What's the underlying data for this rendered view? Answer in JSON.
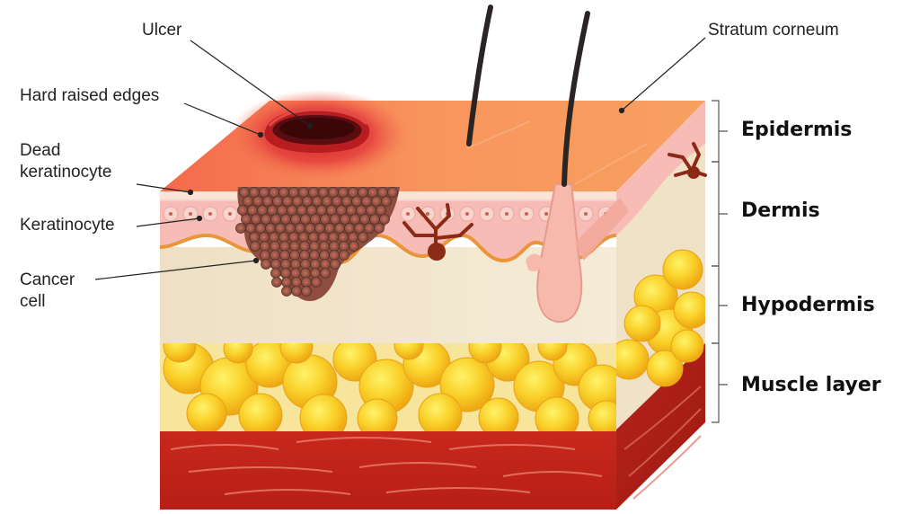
{
  "annotations": {
    "ulcer": "Ulcer",
    "hard_raised_edges": "Hard raised edges",
    "dead_keratinocyte_line1": "Dead",
    "dead_keratinocyte_line2": "keratinocyte",
    "keratinocyte": "Keratinocyte",
    "cancer_cell_line1": "Cancer",
    "cancer_cell_line2": "cell",
    "stratum_corneum": "Stratum corneum"
  },
  "layers": {
    "epidermis": "Epidermis",
    "dermis": "Dermis",
    "hypodermis": "Hypodermis",
    "muscle": "Muscle layer"
  },
  "colors": {
    "epidermis_top": "#f79a5e",
    "ulcer": "#d92b2b",
    "dermis": "#f1e5cb",
    "pink_layer": "#f6bcb5",
    "fat": "#f7c520",
    "muscle": "#c9281c",
    "tumor": "#9b5a4a"
  }
}
